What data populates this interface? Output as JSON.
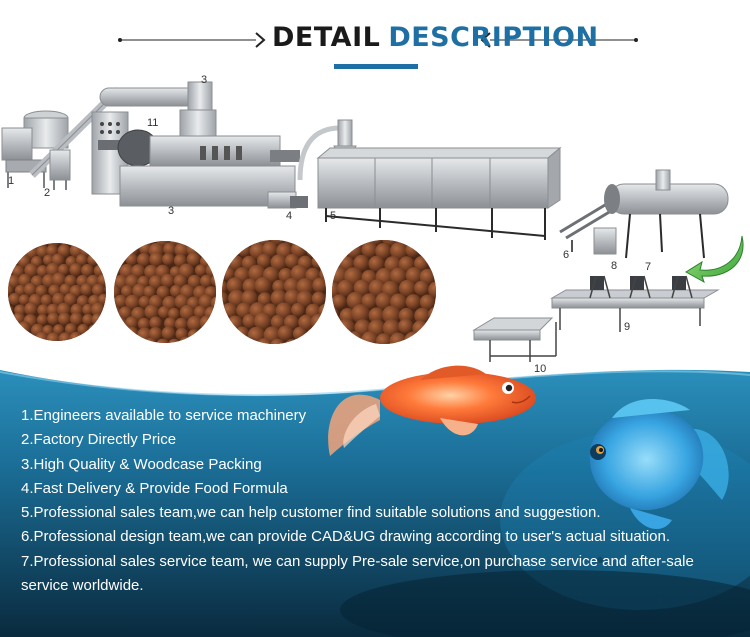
{
  "header": {
    "title_word1": "DETAIL",
    "title_word2": "DESCRIPTION",
    "accent_color": "#1e6fa3"
  },
  "machine_labels": [
    "1",
    "2",
    "3",
    "11",
    "3",
    "4",
    "5",
    "6",
    "8",
    "7",
    "9",
    "10"
  ],
  "features": [
    "1.Engineers available to service machinery",
    "2.Factory Directly Price",
    "3.High Quality & Woodcase Packing",
    "4.Fast Delivery & Provide Food Formula",
    "5.Professional sales team,we can help customer find suitable solutions and suggestion.",
    "6.Professional design team,we can provide CAD&UG drawing according to user's actual situation.",
    "7.Professional sales service team, we can supply Pre-sale service,on purchase service and after-sale service worldwide."
  ],
  "colors": {
    "ocean_top": "#1b7aa6",
    "ocean_bottom": "#0c2f45",
    "pellet": "#7a4326"
  }
}
